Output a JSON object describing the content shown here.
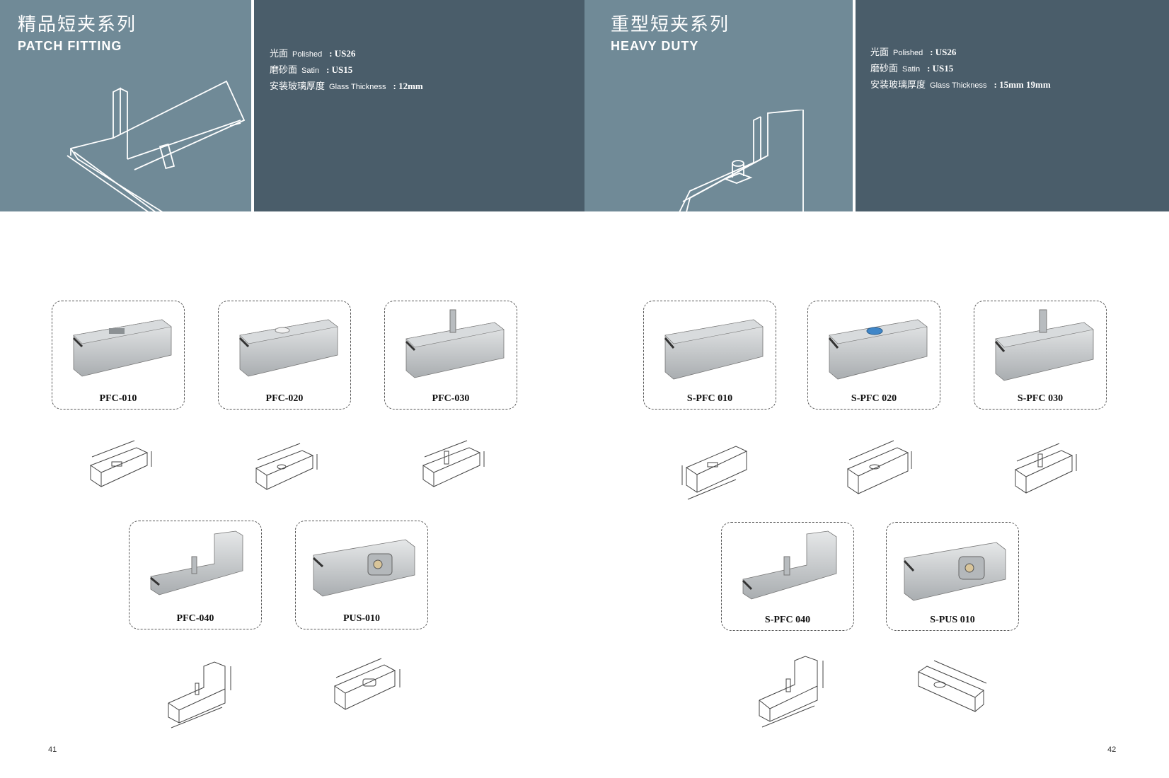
{
  "left": {
    "title_cn": "精品短夹系列",
    "title_en": "PATCH FITTING",
    "specs": [
      {
        "cn": "光面",
        "en": "Polished",
        "value": ": US26"
      },
      {
        "cn": "磨砂面",
        "en": "Satin",
        "value": ": US15"
      },
      {
        "cn": "安装玻璃厚度",
        "en": "Glass Thickness",
        "value": ": 12mm"
      }
    ],
    "products": [
      "PFC-010",
      "PFC-020",
      "PFC-030",
      "PFC-040",
      "PUS-010"
    ],
    "page_number": "41"
  },
  "right": {
    "title_cn": "重型短夹系列",
    "title_en": "HEAVY DUTY",
    "specs": [
      {
        "cn": "光面",
        "en": "Polished",
        "value": ": US26"
      },
      {
        "cn": "磨砂面",
        "en": "Satin",
        "value": ": US15"
      },
      {
        "cn": "安装玻璃厚度",
        "en": "Glass Thickness",
        "value": ": 15mm 19mm"
      }
    ],
    "products": [
      "S-PFC 010",
      "S-PFC 020",
      "S-PFC 030",
      "S-PFC 040",
      "S-PUS 010"
    ],
    "page_number": "42"
  },
  "colors": {
    "banner_light": "#708a97",
    "banner_dark": "#4a5d6a",
    "metal": "#c9ccce"
  }
}
